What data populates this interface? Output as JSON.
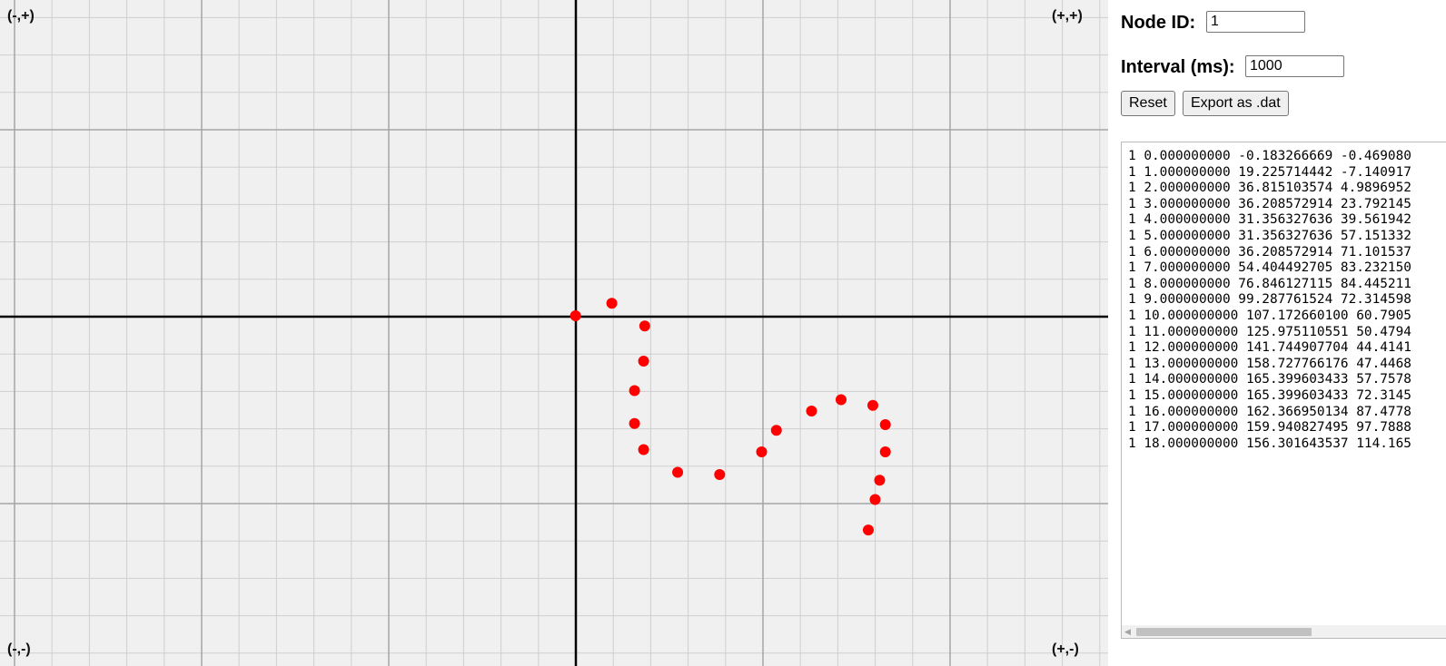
{
  "corners": {
    "top_left": "(-,+)",
    "top_right": "(+,+)",
    "bottom_left": "(-,-)",
    "bottom_right": "(+,-)"
  },
  "colors": {
    "canvas_bg": "#f0f0f0",
    "minor_grid": "#cfcfcf",
    "major_grid": "#a6a6a6",
    "axis": "#000000",
    "point": "#ff0000"
  },
  "controls": {
    "node_id_label": "Node ID:",
    "node_id_value": "1",
    "interval_label": "Interval (ms):",
    "interval_value": "1000",
    "reset_label": "Reset",
    "export_label": "Export as .dat"
  },
  "log_lines": [
    "1 0.000000000 -0.183266669 -0.469080",
    "1 1.000000000 19.225714442 -7.140917",
    "1 2.000000000 36.815103574 4.9896952",
    "1 3.000000000 36.208572914 23.792145",
    "1 4.000000000 31.356327636 39.561942",
    "1 5.000000000 31.356327636 57.151332",
    "1 6.000000000 36.208572914 71.101537",
    "1 7.000000000 54.404492705 83.232150",
    "1 8.000000000 76.846127115 84.445211",
    "1 9.000000000 99.287761524 72.314598",
    "1 10.000000000 107.172660100 60.7905",
    "1 11.000000000 125.975110551 50.4794",
    "1 12.000000000 141.744907704 44.4141",
    "1 13.000000000 158.727766176 47.4468",
    "1 14.000000000 165.399603433 57.7578",
    "1 15.000000000 165.399603433 72.3145",
    "1 16.000000000 162.366950134 87.4778",
    "1 17.000000000 159.940827495 97.7888",
    "1 18.000000000 156.301643537 114.165"
  ],
  "chart_data": {
    "type": "scatter",
    "grid": true,
    "points": [
      {
        "x": -0.183266669,
        "y": 0.46908
      },
      {
        "x": 19.225714442,
        "y": 7.140917
      },
      {
        "x": 36.815103574,
        "y": -4.9896952
      },
      {
        "x": 36.208572914,
        "y": -23.792145
      },
      {
        "x": 31.356327636,
        "y": -39.561942
      },
      {
        "x": 31.356327636,
        "y": -57.151332
      },
      {
        "x": 36.208572914,
        "y": -71.101537
      },
      {
        "x": 54.404492705,
        "y": -83.23215
      },
      {
        "x": 76.846127115,
        "y": -84.445211
      },
      {
        "x": 99.287761524,
        "y": -72.314598
      },
      {
        "x": 107.1726601,
        "y": -60.7905
      },
      {
        "x": 125.975110551,
        "y": -50.4794
      },
      {
        "x": 141.744907704,
        "y": -44.4141
      },
      {
        "x": 158.727766176,
        "y": -47.4468
      },
      {
        "x": 165.399603433,
        "y": -57.7578
      },
      {
        "x": 165.399603433,
        "y": -72.3145
      },
      {
        "x": 162.366950134,
        "y": -87.4778
      },
      {
        "x": 159.940827495,
        "y": -97.7888
      },
      {
        "x": 156.301643537,
        "y": -114.165
      }
    ]
  }
}
